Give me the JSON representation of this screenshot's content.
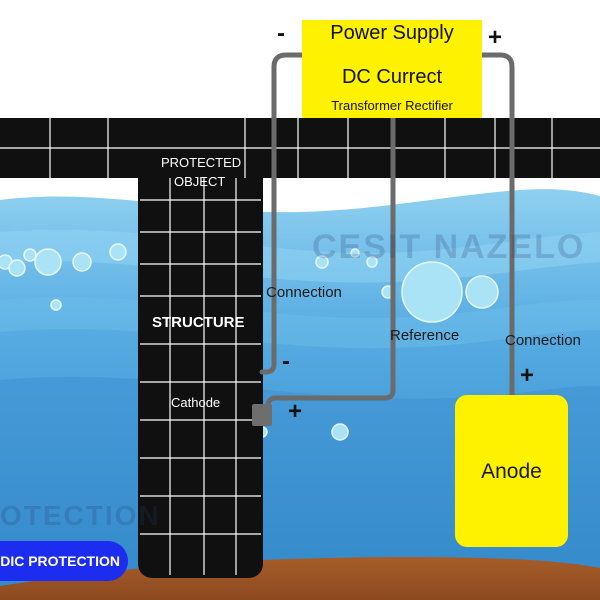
{
  "power_supply": {
    "title_line1": "Power Supply",
    "title_line2": "DC Currect",
    "subtitle": "Transformer Rectifier",
    "negative_sign": "-",
    "positive_sign": "+"
  },
  "protected_object": {
    "line1": "PROTECTED",
    "line2": "OBJECT"
  },
  "structure": {
    "label": "STRUCTURE",
    "cathode_label": "Cathode"
  },
  "wires": {
    "connection_left": "Connection",
    "reference": "Reference",
    "connection_right": "Connection",
    "cathode_minus": "-",
    "reference_plus": "+",
    "anode_plus": "+"
  },
  "anode": {
    "label": "Anode"
  },
  "watermark": {
    "main": "CESIT NAZELO",
    "small": "OTECTION"
  },
  "badge": {
    "label": "DIC PROTECTION"
  },
  "colors": {
    "sky": "#ffffff",
    "water_light": "#7ec4ea",
    "water_mid": "#4fa6df",
    "water_deep": "#3187c8",
    "seabed": "#a05a2c",
    "structure": "#101010",
    "power_supply_box": "#fff200",
    "anode_box": "#fff200",
    "wire": "#6b6b6b",
    "badge": "#1d2df0"
  }
}
